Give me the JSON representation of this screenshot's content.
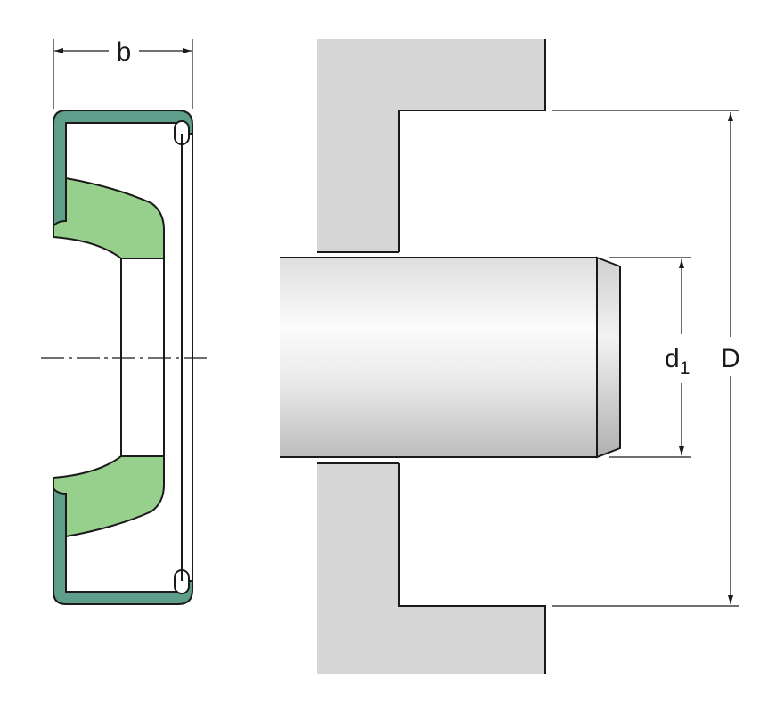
{
  "labels": {
    "width": "b",
    "shaft_diameter_main": "d",
    "shaft_diameter_sub": "1",
    "outer_diameter": "D"
  },
  "colors": {
    "housing": "#d6d6d6",
    "seal_case": "#5e9e8a",
    "seal_lip": "#97cf8c",
    "outline": "#1a1a1a",
    "shaft_light": "#f8f8f8",
    "shaft_dark": "#bcbcbc"
  }
}
